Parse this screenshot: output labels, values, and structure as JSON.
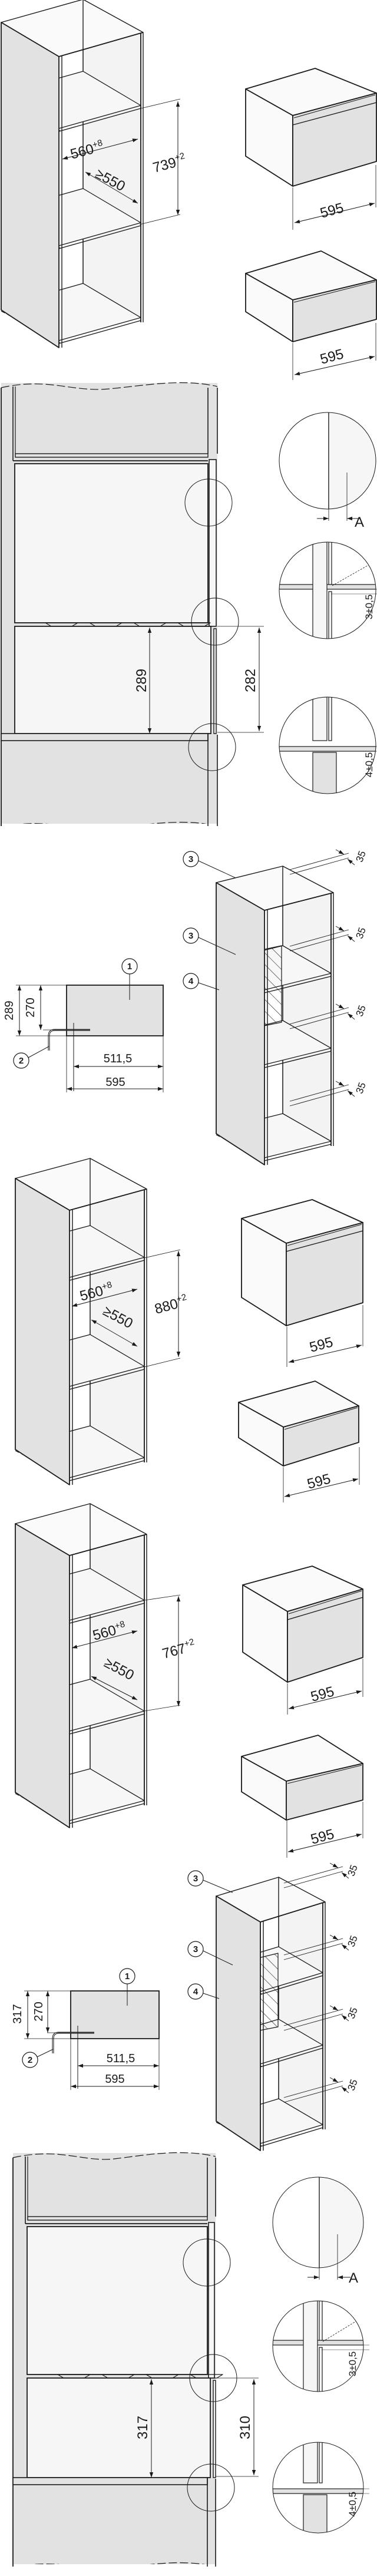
{
  "section_a": {
    "niche_width": {
      "value": "560",
      "tolerance": "+8"
    },
    "niche_depth": "≥550",
    "niche_height": {
      "value": "739",
      "tolerance": "+2"
    },
    "appliance_width": "595",
    "drawer_width": "595"
  },
  "section_b": {
    "drawer_niche_height": "289",
    "drawer_front_height": "282",
    "detail_label": "A",
    "gap_top": "3±0,5",
    "gap_bottom": "4±0,5"
  },
  "section_c": {
    "callouts": [
      "1",
      "2",
      "3",
      "3",
      "4"
    ],
    "niche_height": "289",
    "body_height": "270",
    "inner_depth": "511,5",
    "width": "595",
    "clearances": [
      "35",
      "35",
      "35",
      "35"
    ]
  },
  "section_d": {
    "niche_width": {
      "value": "560",
      "tolerance": "+8"
    },
    "niche_depth": "≥550",
    "niche_height": {
      "value": "880",
      "tolerance": "+2"
    },
    "appliance_width": "595",
    "drawer_width": "595"
  },
  "section_e": {
    "niche_width": {
      "value": "560",
      "tolerance": "+8"
    },
    "niche_depth": "≥550",
    "niche_height": {
      "value": "767",
      "tolerance": "+2"
    },
    "appliance_width": "595",
    "drawer_width": "595"
  },
  "section_f": {
    "callouts": [
      "1",
      "2",
      "3",
      "3",
      "4"
    ],
    "niche_height": "317",
    "body_height": "270",
    "inner_depth": "511,5",
    "width": "595",
    "clearances": [
      "35",
      "35",
      "35",
      "35"
    ]
  },
  "section_g": {
    "drawer_niche_height": "317",
    "drawer_front_height": "310",
    "detail_label": "A",
    "gap_top": "3±0,5",
    "gap_bottom": "4±0,5"
  }
}
